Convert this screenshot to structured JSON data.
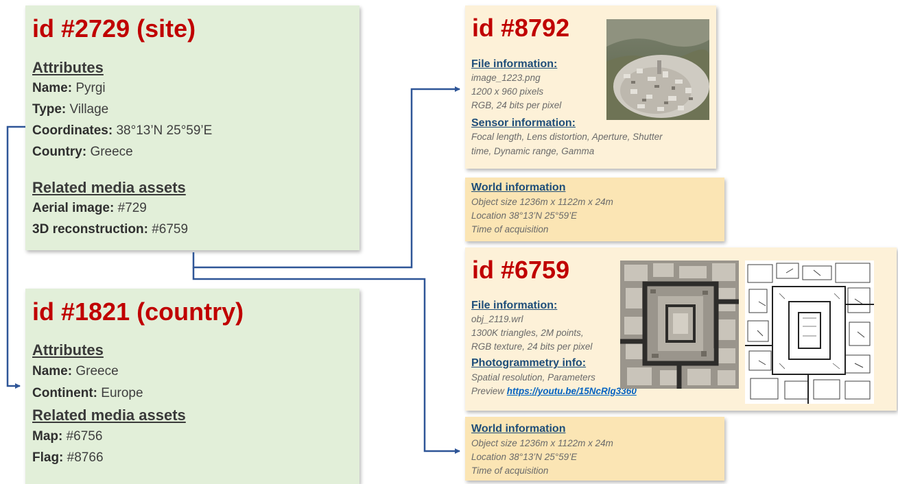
{
  "site": {
    "title": "id #2729 (site)",
    "attributes_heading": "Attributes",
    "name_label": "Name:",
    "name_value": "Pyrgi",
    "type_label": "Type:",
    "type_value": "Village",
    "coords_label": "Coordinates:",
    "coords_value": "38°13’N 25°59’E",
    "country_label": "Country:",
    "country_value": "Greece",
    "related_heading": "Related media assets",
    "aerial_label": "Aerial image:",
    "aerial_value": "#729",
    "recon_label": "3D reconstruction:",
    "recon_value": "#6759"
  },
  "country": {
    "title": "id #1821 (country)",
    "attributes_heading": "Attributes",
    "name_label": "Name:",
    "name_value": "Greece",
    "continent_label": "Continent:",
    "continent_value": "Europe",
    "related_heading": "Related media assets",
    "map_label": "Map:",
    "map_value": "#6756",
    "flag_label": "Flag:",
    "flag_value": "#8766"
  },
  "image_asset": {
    "title": "id #8792",
    "file_heading": "File information:",
    "file_lines": [
      "image_1223.png",
      "1200 x 960 pixels",
      "RGB, 24 bits per pixel"
    ],
    "sensor_heading": "Sensor information:",
    "sensor_lines": [
      "Focal length, Lens distortion,  Aperture, Shutter",
      "time, Dynamic range, Gamma"
    ],
    "world": {
      "heading": "World information",
      "lines": [
        "Object size 1236m x 1122m x 24m",
        "Location 38°13’N 25°59’E",
        "Time of acquisition"
      ]
    }
  },
  "model_asset": {
    "title": "id #6759",
    "file_heading": "File information:",
    "file_lines": [
      "obj_2119.wrl",
      "1300K triangles, 2M points,",
      "RGB texture, 24 bits per pixel"
    ],
    "photo_heading": "Photogrammetry info:",
    "photo_line": "Spatial resolution, Parameters",
    "preview_label": "Preview",
    "preview_link": "https://youtu.be/15NcRlg3360",
    "world": {
      "heading": "World information",
      "lines": [
        "Object size 1236m x 1122m x 24m",
        "Location 38°13’N 25°59’E",
        "Time of acquisition"
      ]
    }
  },
  "colors": {
    "title_red": "#c00000",
    "heading_blue": "#1f4e79",
    "connector": "#2e5597",
    "entity_card": "#e2efd9",
    "asset_card": "#fdf1d8",
    "world_card": "#fbe5b4"
  }
}
